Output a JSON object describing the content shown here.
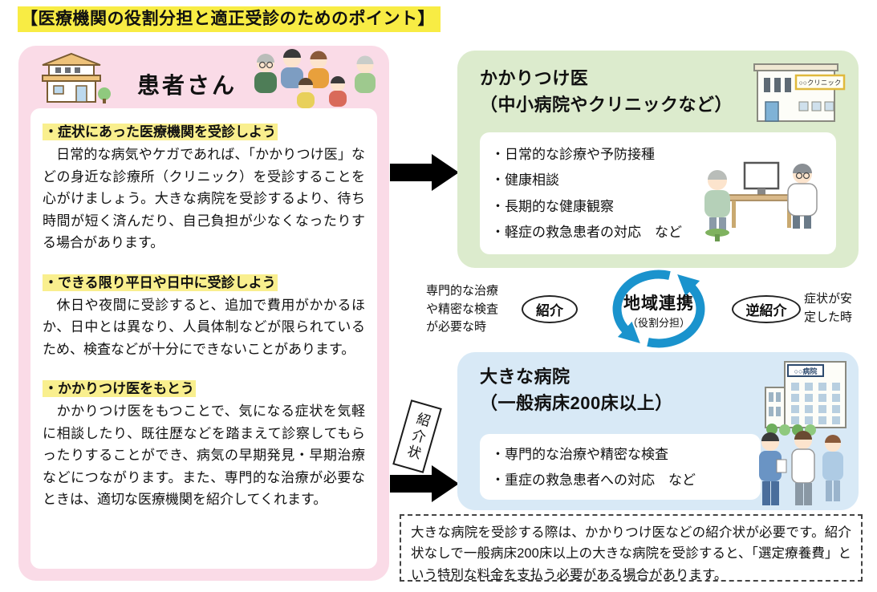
{
  "title": "【医療機関の役割分担と適正受診のためのポイント】",
  "patient": {
    "heading": "患者さん",
    "sections": [
      {
        "heading": "・症状にあった医療機関を受診しよう",
        "body": "　日常的な病気やケガであれば、「かかりつけ医」などの身近な診療所（クリニック）を受診することを心がけましょう。大きな病院を受診するより、待ち時間が短く済んだり、自己負担が少なくなったりする場合があります。"
      },
      {
        "heading": "・できる限り平日や日中に受診しよう",
        "body": "　休日や夜間に受診すると、追加で費用がかかるほか、日中とは異なり、人員体制などが限られているため、検査などが十分にできないことがあります。"
      },
      {
        "heading": "・かかりつけ医をもとう",
        "body": "　かかりつけ医をもつことで、気になる症状を気軽に相談したり、既往歴などを踏まえて診察してもらったりすることができ、病気の早期発見・早期治療などにつながります。また、専門的な治療が必要なときは、適切な医療機関を紹介してくれます。"
      }
    ]
  },
  "clinic": {
    "heading": "かかりつけ医\n（中小病院やクリニックなど）",
    "sign": "○○クリニック",
    "items": [
      "・日常的な診療や予防接種",
      "・健康相談",
      "・長期的な健康観察",
      "・軽症の救急患者の対応　など"
    ]
  },
  "coordination": {
    "left_note": "専門的な治療\nや精密な検査\nが必要な時",
    "referral": "紹介",
    "center_title": "地域連携",
    "center_sub": "（役割分担）",
    "reverse_referral": "逆紹介",
    "right_note": "症状が安\n定した時"
  },
  "hospital": {
    "heading": "大きな病院\n（一般病床200床以上）",
    "sign": "○○病院",
    "items": [
      "・専門的な治療や精密な検査",
      "・重症の救急患者への対応　など"
    ]
  },
  "referral_letter": "紹介状",
  "note": "大きな病院を受診する際は、かかりつけ医などの紹介状が必要です。紹介状なしで一般病床200床以上の大きな病院を受診すると、「選定療養費」という特別な料金を支払う必要がある場合があります。",
  "colors": {
    "title_highlight": "#f8ec44",
    "section_highlight": "#f9ef8e",
    "patient_panel": "#fadbe7",
    "clinic_panel": "#dcebcd",
    "hospital_panel": "#d8e9f6",
    "cycle_arrow_blue": "#1a93cd",
    "flow_arrow_black": "#000000"
  }
}
